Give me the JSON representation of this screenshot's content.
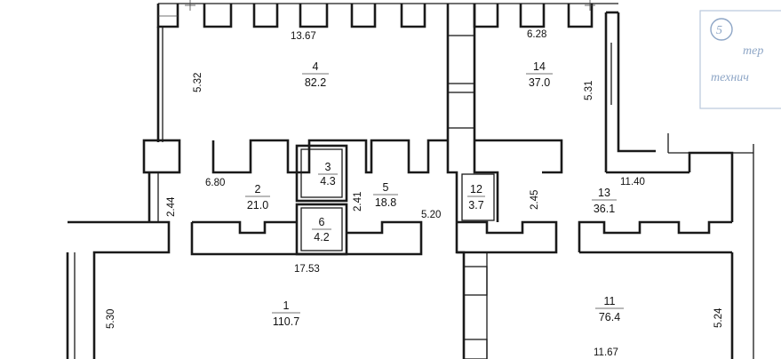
{
  "rooms": [
    {
      "num": "4",
      "area": "82.2"
    },
    {
      "num": "14",
      "area": "37.0"
    },
    {
      "num": "3",
      "area": "4.3"
    },
    {
      "num": "2",
      "area": "21.0"
    },
    {
      "num": "5",
      "area": "18.8"
    },
    {
      "num": "12",
      "area": "3.7"
    },
    {
      "num": "13",
      "area": "36.1"
    },
    {
      "num": "6",
      "area": "4.2"
    },
    {
      "num": "1",
      "area": "110.7"
    },
    {
      "num": "11",
      "area": "76.4"
    }
  ],
  "dimensions": [
    "13.67",
    "6.28",
    "5.32",
    "5.31",
    "6.80",
    "2.41",
    "5.20",
    "2.45",
    "11.40",
    "2.44",
    "17.53",
    "5.30",
    "5.24",
    "11.67"
  ],
  "stamp": {
    "number": "5",
    "line1": "тер",
    "line2": "технич"
  }
}
